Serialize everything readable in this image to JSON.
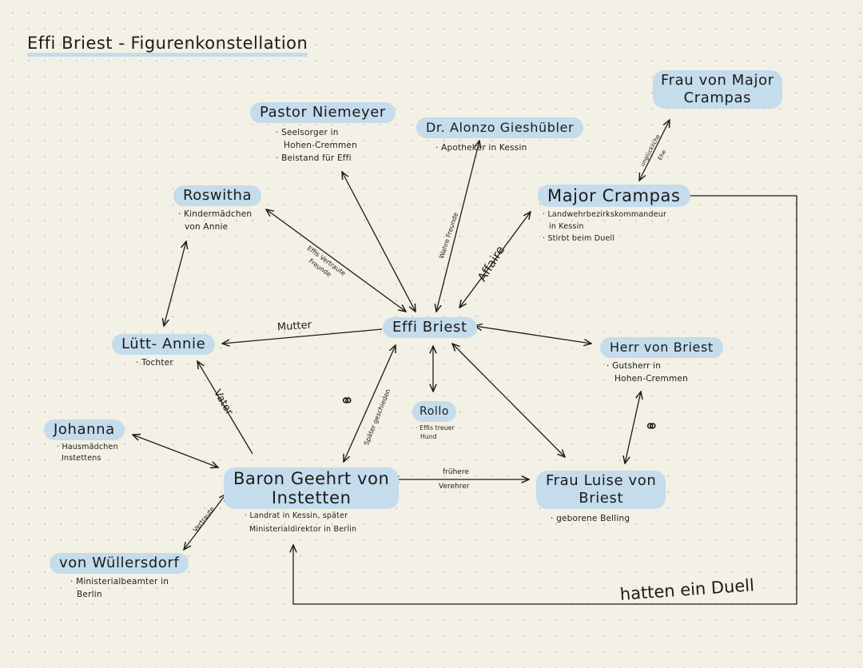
{
  "title": "Effi Briest - Figurenkonstellation",
  "colors": {
    "highlight": "#c4dcec",
    "ink": "#1b1b1b",
    "paper": "#f3f0e6"
  },
  "nodes": {
    "frau_major": {
      "name_line1": "Frau von Major",
      "name_line2": "Crampas"
    },
    "pastor": {
      "name": "Pastor Niemeyer",
      "notes": [
        "· Seelsorger in",
        "Hohen-Cremmen",
        "· Beistand für Effi"
      ]
    },
    "gieshuebler": {
      "name": "Dr. Alonzo Gieshübler",
      "notes": [
        "· Apotheker in Kessin"
      ]
    },
    "roswitha": {
      "name": "Roswitha",
      "notes": [
        "· Kindermädchen",
        "von Annie"
      ]
    },
    "crampas": {
      "name": "Major Crampas",
      "notes": [
        "· Landwehrbezirkskommandeur",
        "in Kessin",
        "· Stirbt beim Duell"
      ]
    },
    "effi": {
      "name": "Effi Briest"
    },
    "annie": {
      "name": "Lütt- Annie",
      "notes": [
        "· Tochter"
      ]
    },
    "herr_briest": {
      "name": "Herr von Briest",
      "notes": [
        "· Gutsherr in",
        "Hohen-Cremmen"
      ]
    },
    "rollo": {
      "name": "Rollo",
      "notes": [
        "· Effis treuer",
        "Hund"
      ]
    },
    "johanna": {
      "name": "Johanna",
      "notes": [
        "· Hausmädchen",
        "Instettens"
      ]
    },
    "innstetten": {
      "name_line1": "Baron Geehrt von",
      "name_line2": "Instetten",
      "notes": [
        "· Landrat in Kessin, später",
        "Ministerialdirektor in Berlin"
      ]
    },
    "luise": {
      "name_line1": "Frau Luise von",
      "name_line2": "Briest",
      "notes": [
        "· geborene Belling"
      ]
    },
    "wuellersdorf": {
      "name": "von Wüllersdorf",
      "notes": [
        "· Ministerialbeamter in",
        "Berlin"
      ]
    }
  },
  "edge_labels": {
    "mutter": "Mutter",
    "vertraute": "Effis Vertraute",
    "freunde": "Freunde",
    "wahre_freunde": "Wahre Freunde",
    "affaire": "Affaire",
    "ungluecklich_1": "unglückliche",
    "ungluecklich_2": "Ehe",
    "vater": "Vater",
    "geschieden": "Später geschieden",
    "fruehere": "frühere",
    "verehrer": "Verehrer",
    "vertraute2": "Vertraute",
    "duell": "hatten ein Duell"
  },
  "symbols": {
    "rings": "⚭"
  }
}
